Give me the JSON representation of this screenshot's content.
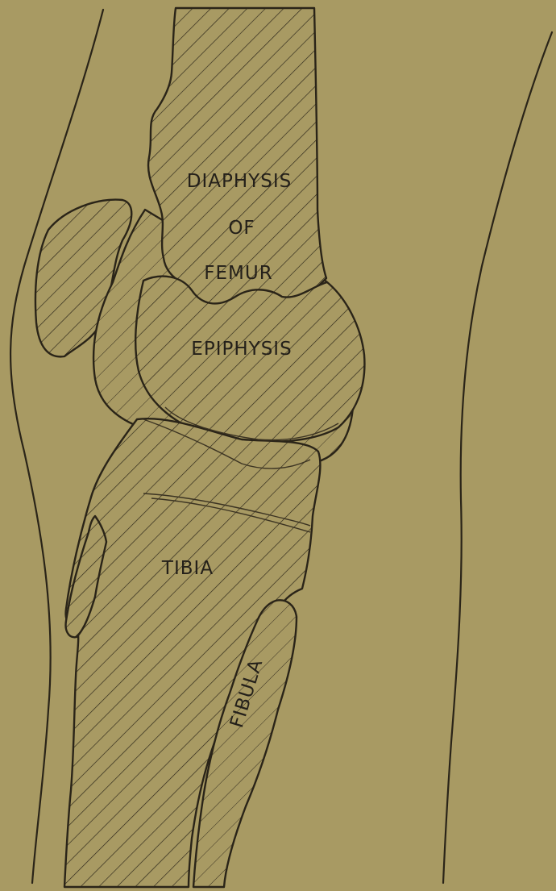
{
  "labels": {
    "diaphysis_line1": "DIAPHYSIS",
    "diaphysis_line2": "OF",
    "diaphysis_line3": "FEMUR",
    "epiphysis": "EPIPHYSIS",
    "tibia": "TIBIA",
    "fibula": "FIBULA"
  },
  "colors": {
    "paper": "#a89a63",
    "ink": "#2a2418"
  }
}
